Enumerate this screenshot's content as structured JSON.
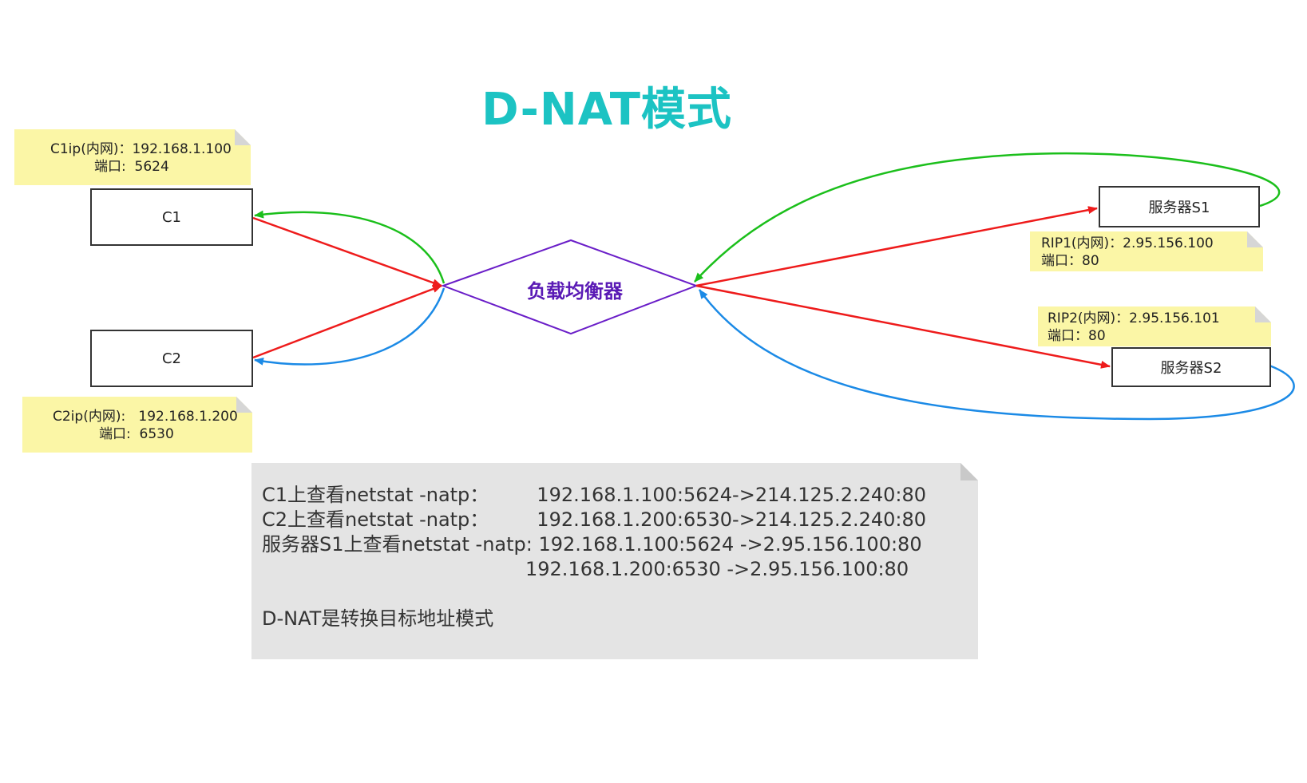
{
  "title": "D-NAT模式",
  "colors": {
    "title": "#1cc3c3",
    "request": "#ee1b1b",
    "reply_s1": "#1bbf1b",
    "reply_s2": "#1b8ae6",
    "balancer": "#6a1ec8",
    "note": "#fbf6a6"
  },
  "nodes": {
    "c1": "C1",
    "c2": "C2",
    "s1": "服务器S1",
    "s2": "服务器S2",
    "balancer": "负载均衡器"
  },
  "notes": {
    "c1": {
      "line1": "C1ip(内网)：192.168.1.100",
      "line2": "端口:  5624"
    },
    "c2": {
      "line1": "C2ip(内网):   192.168.1.200",
      "line2": "端口:  6530"
    },
    "s1": {
      "line1": "RIP1(内网)：2.95.156.100",
      "line2": "端口：80"
    },
    "s2": {
      "line1": "RIP2(内网)：2.95.156.101",
      "line2": "端口：80"
    }
  },
  "info": {
    "row1_label": "C1上查看netstat -natp：",
    "row1_value": "192.168.1.100:5624->214.125.2.240:80",
    "row2_label": "C2上查看netstat -natp：",
    "row2_value": "192.168.1.200:6530->214.125.2.240:80",
    "row3_label": "服务器S1上查看netstat -natp:",
    "row3_value": "192.168.1.100:5624 ->2.95.156.100:80",
    "row4_value": "192.168.1.200:6530 ->2.95.156.100:80",
    "summary": "D-NAT是转换目标地址模式"
  }
}
